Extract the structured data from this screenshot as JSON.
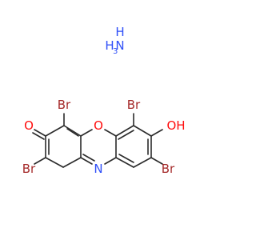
{
  "molecule": {
    "colors": {
      "bond": "#2b2b2b",
      "bromine": "#a52a2a",
      "oxygen": "#ff0d0d",
      "nitrogen": "#3050f8"
    },
    "counterion": {
      "n": "N",
      "h": "H",
      "sub": "3",
      "h_top": "H"
    },
    "atoms": {
      "br_top_left": "Br",
      "br_top_right": "Br",
      "br_bottom_left": "Br",
      "br_bottom_right": "Br",
      "o_ketone": "O",
      "o_ring": "O",
      "oh": "OH",
      "n_ring": "N"
    }
  }
}
